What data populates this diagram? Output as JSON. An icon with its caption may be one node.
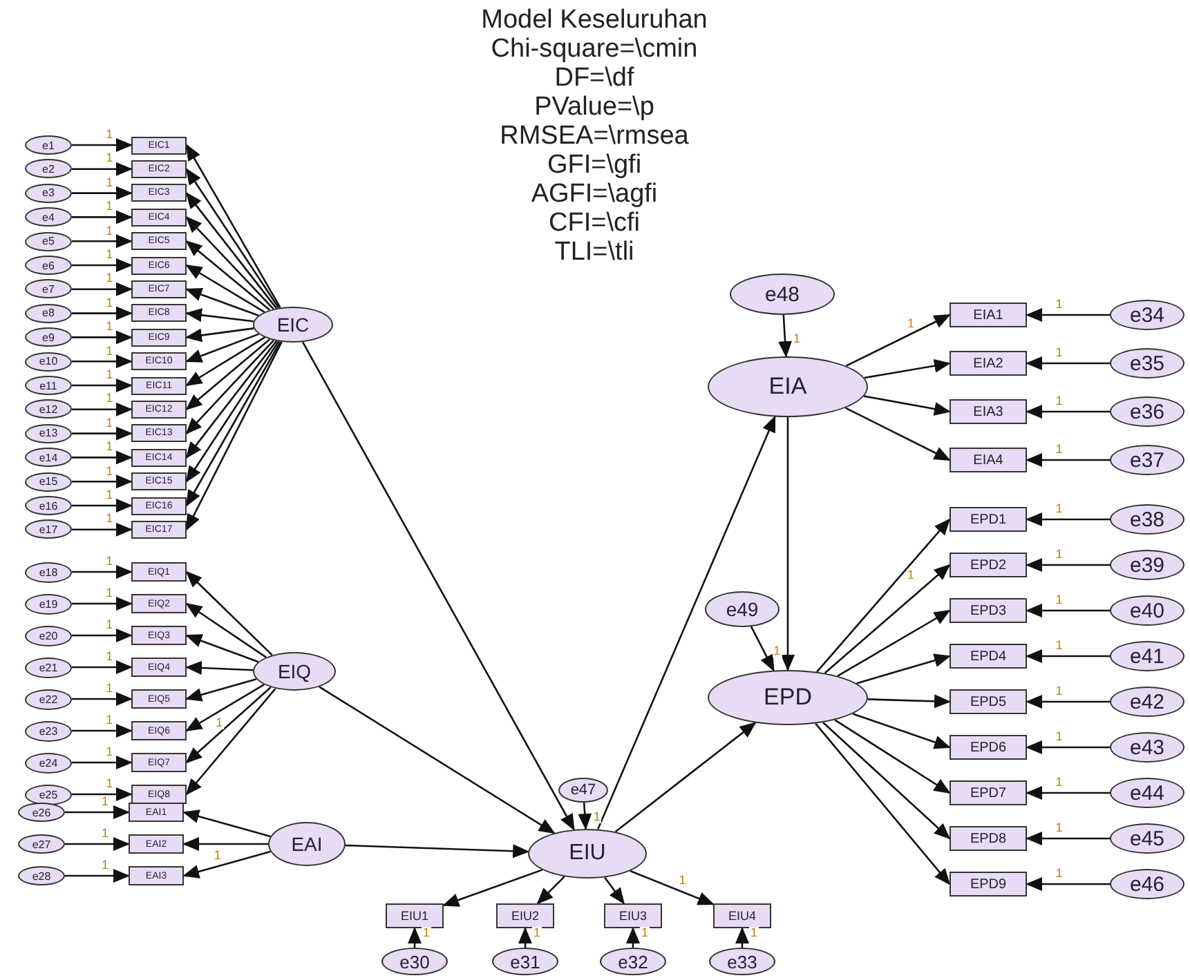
{
  "diagram": {
    "title": "Model Keseluruhan",
    "nodes": [
      {
        "text": [
          "e1"
        ]
      },
      {
        "text": [
          "e2"
        ]
      },
      {
        "text": [
          "e3"
        ]
      },
      {
        "text": [
          "e4"
        ]
      },
      {
        "text": [
          "e5"
        ]
      },
      {
        "text": [
          "e6"
        ]
      },
      {
        "text": [
          "e7"
        ]
      },
      {
        "text": [
          "e8"
        ]
      },
      {
        "text": [
          "e9"
        ]
      },
      {
        "text": [
          "e10"
        ]
      },
      {
        "text": [
          "e11"
        ]
      },
      {
        "text": [
          "e12"
        ]
      },
      {
        "text": [
          "e13"
        ]
      },
      {
        "text": [
          "e14"
        ]
      },
      {
        "text": [
          "e15"
        ]
      },
      {
        "text": [
          "e16"
        ]
      },
      {
        "text": [
          "e17"
        ]
      },
      {
        "text": [
          "EIC1"
        ]
      },
      {
        "text": [
          "EIC2"
        ]
      },
      {
        "text": [
          "EIC3"
        ]
      },
      {
        "text": [
          "EIC4"
        ]
      },
      {
        "text": [
          "EIC5"
        ]
      },
      {
        "text": [
          "EIC6"
        ]
      },
      {
        "text": [
          "EIC7"
        ]
      },
      {
        "text": [
          "EIC8"
        ]
      },
      {
        "text": [
          "EIC9"
        ]
      },
      {
        "text": [
          "EIC10"
        ]
      },
      {
        "text": [
          "EIC11"
        ]
      },
      {
        "text": [
          "EIC12"
        ]
      },
      {
        "text": [
          "EIC13"
        ]
      },
      {
        "text": [
          "EIC14"
        ]
      },
      {
        "text": [
          "EIC15"
        ]
      },
      {
        "text": [
          "EIC16"
        ]
      },
      {
        "text": [
          "EIC17"
        ]
      },
      {
        "text": [
          "EIC"
        ]
      },
      {
        "text": [
          "e18"
        ]
      },
      {
        "text": [
          "e19"
        ]
      },
      {
        "text": [
          "e20"
        ]
      },
      {
        "text": [
          "e21"
        ]
      },
      {
        "text": [
          "e22"
        ]
      },
      {
        "text": [
          "e23"
        ]
      },
      {
        "text": [
          "e24"
        ]
      },
      {
        "text": [
          "e25"
        ]
      },
      {
        "text": [
          "EIQ1"
        ]
      },
      {
        "text": [
          "EIQ2"
        ]
      },
      {
        "text": [
          "EIQ3"
        ]
      },
      {
        "text": [
          "EIQ4"
        ]
      },
      {
        "text": [
          "EIQ5"
        ]
      },
      {
        "text": [
          "EIQ6"
        ]
      },
      {
        "text": [
          "EIQ7"
        ]
      },
      {
        "text": [
          "EIQ8"
        ]
      },
      {
        "text": [
          "EIQ"
        ]
      },
      {
        "text": [
          "e26"
        ]
      },
      {
        "text": [
          "e27"
        ]
      },
      {
        "text": [
          "e28"
        ]
      },
      {
        "text": [
          "EAI1"
        ]
      },
      {
        "text": [
          "EAI2"
        ]
      },
      {
        "text": [
          "EAI3"
        ]
      },
      {
        "text": [
          "EAI"
        ]
      },
      {
        "text": [
          "e47"
        ]
      },
      {
        "text": [
          "EIU"
        ]
      },
      {
        "text": [
          "EIU1"
        ]
      },
      {
        "text": [
          "EIU2"
        ]
      },
      {
        "text": [
          "EIU3"
        ]
      },
      {
        "text": [
          "EIU4"
        ]
      },
      {
        "text": [
          "e30"
        ]
      },
      {
        "text": [
          "e31"
        ]
      },
      {
        "text": [
          "e32"
        ]
      },
      {
        "text": [
          "e33"
        ]
      },
      {
        "text": [
          "e48"
        ]
      },
      {
        "text": [
          "EIA"
        ]
      },
      {
        "text": [
          "EIA1"
        ]
      },
      {
        "text": [
          "EIA2"
        ]
      },
      {
        "text": [
          "EIA3"
        ]
      },
      {
        "text": [
          "EIA4"
        ]
      },
      {
        "text": [
          "e34"
        ]
      },
      {
        "text": [
          "e35"
        ]
      },
      {
        "text": [
          "e36"
        ]
      },
      {
        "text": [
          "e37"
        ]
      },
      {
        "text": [
          "e49"
        ]
      },
      {
        "text": [
          "EPD"
        ]
      },
      {
        "text": [
          "EPD1"
        ]
      },
      {
        "text": [
          "EPD2"
        ]
      },
      {
        "text": [
          "EPD3"
        ]
      },
      {
        "text": [
          "EPD4"
        ]
      },
      {
        "text": [
          "EPD5"
        ]
      },
      {
        "text": [
          "EPD6"
        ]
      },
      {
        "text": [
          "EPD7"
        ]
      },
      {
        "text": [
          "EPD8"
        ]
      },
      {
        "text": [
          "EPD9"
        ]
      },
      {
        "text": [
          "e38"
        ]
      },
      {
        "text": [
          "e39"
        ]
      },
      {
        "text": [
          "e40"
        ]
      },
      {
        "text": [
          "e41"
        ]
      },
      {
        "text": [
          "e42"
        ]
      },
      {
        "text": [
          "e43"
        ]
      },
      {
        "text": [
          "e44"
        ]
      },
      {
        "text": [
          "e45"
        ]
      },
      {
        "text": [
          "e46"
        ]
      }
    ],
    "edges": [
      {
        "from": 0,
        "to": 17,
        "arrow": "to",
        "label": "1"
      },
      {
        "from": 1,
        "to": 18,
        "arrow": "to",
        "label": "1"
      },
      {
        "from": 2,
        "to": 19,
        "arrow": "to",
        "label": "1"
      },
      {
        "from": 3,
        "to": 20,
        "arrow": "to",
        "label": "1"
      },
      {
        "from": 4,
        "to": 21,
        "arrow": "to",
        "label": "1"
      },
      {
        "from": 5,
        "to": 22,
        "arrow": "to",
        "label": "1"
      },
      {
        "from": 6,
        "to": 23,
        "arrow": "to",
        "label": "1"
      },
      {
        "from": 7,
        "to": 24,
        "arrow": "to",
        "label": "1"
      },
      {
        "from": 8,
        "to": 25,
        "arrow": "to",
        "label": "1"
      },
      {
        "from": 9,
        "to": 26,
        "arrow": "to",
        "label": "1"
      },
      {
        "from": 10,
        "to": 27,
        "arrow": "to",
        "label": "1"
      },
      {
        "from": 11,
        "to": 28,
        "arrow": "to",
        "label": "1"
      },
      {
        "from": 12,
        "to": 29,
        "arrow": "to",
        "label": "1"
      },
      {
        "from": 13,
        "to": 30,
        "arrow": "to",
        "label": "1"
      },
      {
        "from": 14,
        "to": 31,
        "arrow": "to",
        "label": "1"
      },
      {
        "from": 15,
        "to": 32,
        "arrow": "to",
        "label": "1"
      },
      {
        "from": 16,
        "to": 33,
        "arrow": "to",
        "label": "1"
      },
      {
        "from": 34,
        "to": 17,
        "arrow": "to"
      },
      {
        "from": 34,
        "to": 18,
        "arrow": "to"
      },
      {
        "from": 34,
        "to": 19,
        "arrow": "to"
      },
      {
        "from": 34,
        "to": 20,
        "arrow": "to"
      },
      {
        "from": 34,
        "to": 21,
        "arrow": "to"
      },
      {
        "from": 34,
        "to": 22,
        "arrow": "to"
      },
      {
        "from": 34,
        "to": 23,
        "arrow": "to"
      },
      {
        "from": 34,
        "to": 24,
        "arrow": "to"
      },
      {
        "from": 34,
        "to": 25,
        "arrow": "to"
      },
      {
        "from": 34,
        "to": 26,
        "arrow": "to"
      },
      {
        "from": 34,
        "to": 27,
        "arrow": "to"
      },
      {
        "from": 34,
        "to": 28,
        "arrow": "to"
      },
      {
        "from": 34,
        "to": 29,
        "arrow": "to"
      },
      {
        "from": 34,
        "to": 30,
        "arrow": "to"
      },
      {
        "from": 34,
        "to": 31,
        "arrow": "to"
      },
      {
        "from": 34,
        "to": 32,
        "arrow": "to"
      },
      {
        "from": 34,
        "to": 33,
        "arrow": "to"
      },
      {
        "from": 35,
        "to": 43,
        "arrow": "to",
        "label": "1"
      },
      {
        "from": 36,
        "to": 44,
        "arrow": "to",
        "label": "1"
      },
      {
        "from": 37,
        "to": 45,
        "arrow": "to",
        "label": "1"
      },
      {
        "from": 38,
        "to": 46,
        "arrow": "to",
        "label": "1"
      },
      {
        "from": 39,
        "to": 47,
        "arrow": "to",
        "label": "1"
      },
      {
        "from": 40,
        "to": 48,
        "arrow": "to",
        "label": "1"
      },
      {
        "from": 41,
        "to": 49,
        "arrow": "to",
        "label": "1"
      },
      {
        "from": 42,
        "to": 50,
        "arrow": "to",
        "label": "1"
      },
      {
        "from": 51,
        "to": 43,
        "arrow": "to"
      },
      {
        "from": 51,
        "to": 44,
        "arrow": "to"
      },
      {
        "from": 51,
        "to": 45,
        "arrow": "to"
      },
      {
        "from": 51,
        "to": 46,
        "arrow": "to"
      },
      {
        "from": 51,
        "to": 47,
        "arrow": "to"
      },
      {
        "from": 51,
        "to": 48,
        "arrow": "to"
      },
      {
        "from": 51,
        "to": 49,
        "arrow": "to",
        "label": "1"
      },
      {
        "from": 51,
        "to": 50,
        "arrow": "to"
      },
      {
        "from": 52,
        "to": 55,
        "arrow": "to",
        "label": "1"
      },
      {
        "from": 53,
        "to": 56,
        "arrow": "to",
        "label": "1"
      },
      {
        "from": 54,
        "to": 57,
        "arrow": "to",
        "label": "1"
      },
      {
        "from": 58,
        "to": 55,
        "arrow": "to"
      },
      {
        "from": 58,
        "to": 56,
        "arrow": "to"
      },
      {
        "from": 58,
        "to": 57,
        "arrow": "to",
        "label": "1"
      },
      {
        "from": 34,
        "to": 60,
        "arrow": "to"
      },
      {
        "from": 51,
        "to": 60,
        "arrow": "to"
      },
      {
        "from": 58,
        "to": 60,
        "arrow": "to"
      },
      {
        "from": 59,
        "to": 60,
        "arrow": "to",
        "label": "1"
      },
      {
        "from": 60,
        "to": 61,
        "arrow": "to"
      },
      {
        "from": 60,
        "to": 62,
        "arrow": "to"
      },
      {
        "from": 60,
        "to": 63,
        "arrow": "to"
      },
      {
        "from": 60,
        "to": 64,
        "arrow": "to",
        "label": "1"
      },
      {
        "from": 65,
        "to": 61,
        "arrow": "to",
        "label": "1"
      },
      {
        "from": 66,
        "to": 62,
        "arrow": "to",
        "label": "1"
      },
      {
        "from": 67,
        "to": 63,
        "arrow": "to",
        "label": "1"
      },
      {
        "from": 68,
        "to": 64,
        "arrow": "to",
        "label": "1"
      },
      {
        "from": 60,
        "to": 70,
        "arrow": "to"
      },
      {
        "from": 60,
        "to": 80,
        "arrow": "to"
      },
      {
        "from": 69,
        "to": 70,
        "arrow": "to",
        "label": "1"
      },
      {
        "from": 70,
        "to": 71,
        "arrow": "to",
        "label": "1"
      },
      {
        "from": 70,
        "to": 72,
        "arrow": "to"
      },
      {
        "from": 70,
        "to": 73,
        "arrow": "to"
      },
      {
        "from": 70,
        "to": 74,
        "arrow": "to"
      },
      {
        "from": 75,
        "to": 71,
        "arrow": "to",
        "label": "1"
      },
      {
        "from": 76,
        "to": 72,
        "arrow": "to",
        "label": "1"
      },
      {
        "from": 77,
        "to": 73,
        "arrow": "to",
        "label": "1"
      },
      {
        "from": 78,
        "to": 74,
        "arrow": "to",
        "label": "1"
      },
      {
        "from": 70,
        "to": 80,
        "arrow": "to"
      },
      {
        "from": 79,
        "to": 80,
        "arrow": "to",
        "label": "1"
      },
      {
        "from": 80,
        "to": 81,
        "arrow": "to",
        "label": "1"
      },
      {
        "from": 80,
        "to": 82,
        "arrow": "to"
      },
      {
        "from": 80,
        "to": 83,
        "arrow": "to"
      },
      {
        "from": 80,
        "to": 84,
        "arrow": "to"
      },
      {
        "from": 80,
        "to": 85,
        "arrow": "to"
      },
      {
        "from": 80,
        "to": 86,
        "arrow": "to"
      },
      {
        "from": 80,
        "to": 87,
        "arrow": "to"
      },
      {
        "from": 80,
        "to": 88,
        "arrow": "to"
      },
      {
        "from": 80,
        "to": 89,
        "arrow": "to"
      },
      {
        "from": 90,
        "to": 81,
        "arrow": "to",
        "label": "1"
      },
      {
        "from": 91,
        "to": 82,
        "arrow": "to",
        "label": "1"
      },
      {
        "from": 92,
        "to": 83,
        "arrow": "to",
        "label": "1"
      },
      {
        "from": 93,
        "to": 84,
        "arrow": "to",
        "label": "1"
      },
      {
        "from": 94,
        "to": 85,
        "arrow": "to",
        "label": "1"
      },
      {
        "from": 95,
        "to": 86,
        "arrow": "to",
        "label": "1"
      },
      {
        "from": 96,
        "to": 87,
        "arrow": "to",
        "label": "1"
      },
      {
        "from": 97,
        "to": 88,
        "arrow": "to",
        "label": "1"
      },
      {
        "from": 98,
        "to": 89,
        "arrow": "to",
        "label": "1"
      }
    ],
    "labels": [
      "Chi-square=\\cmin",
      "DF=\\df",
      "PValue=\\p",
      "RMSEA=\\rmsea",
      "GFI=\\gfi",
      "AGFI=\\agfi",
      "CFI=\\cfi",
      "TLI=\\tli"
    ]
  }
}
